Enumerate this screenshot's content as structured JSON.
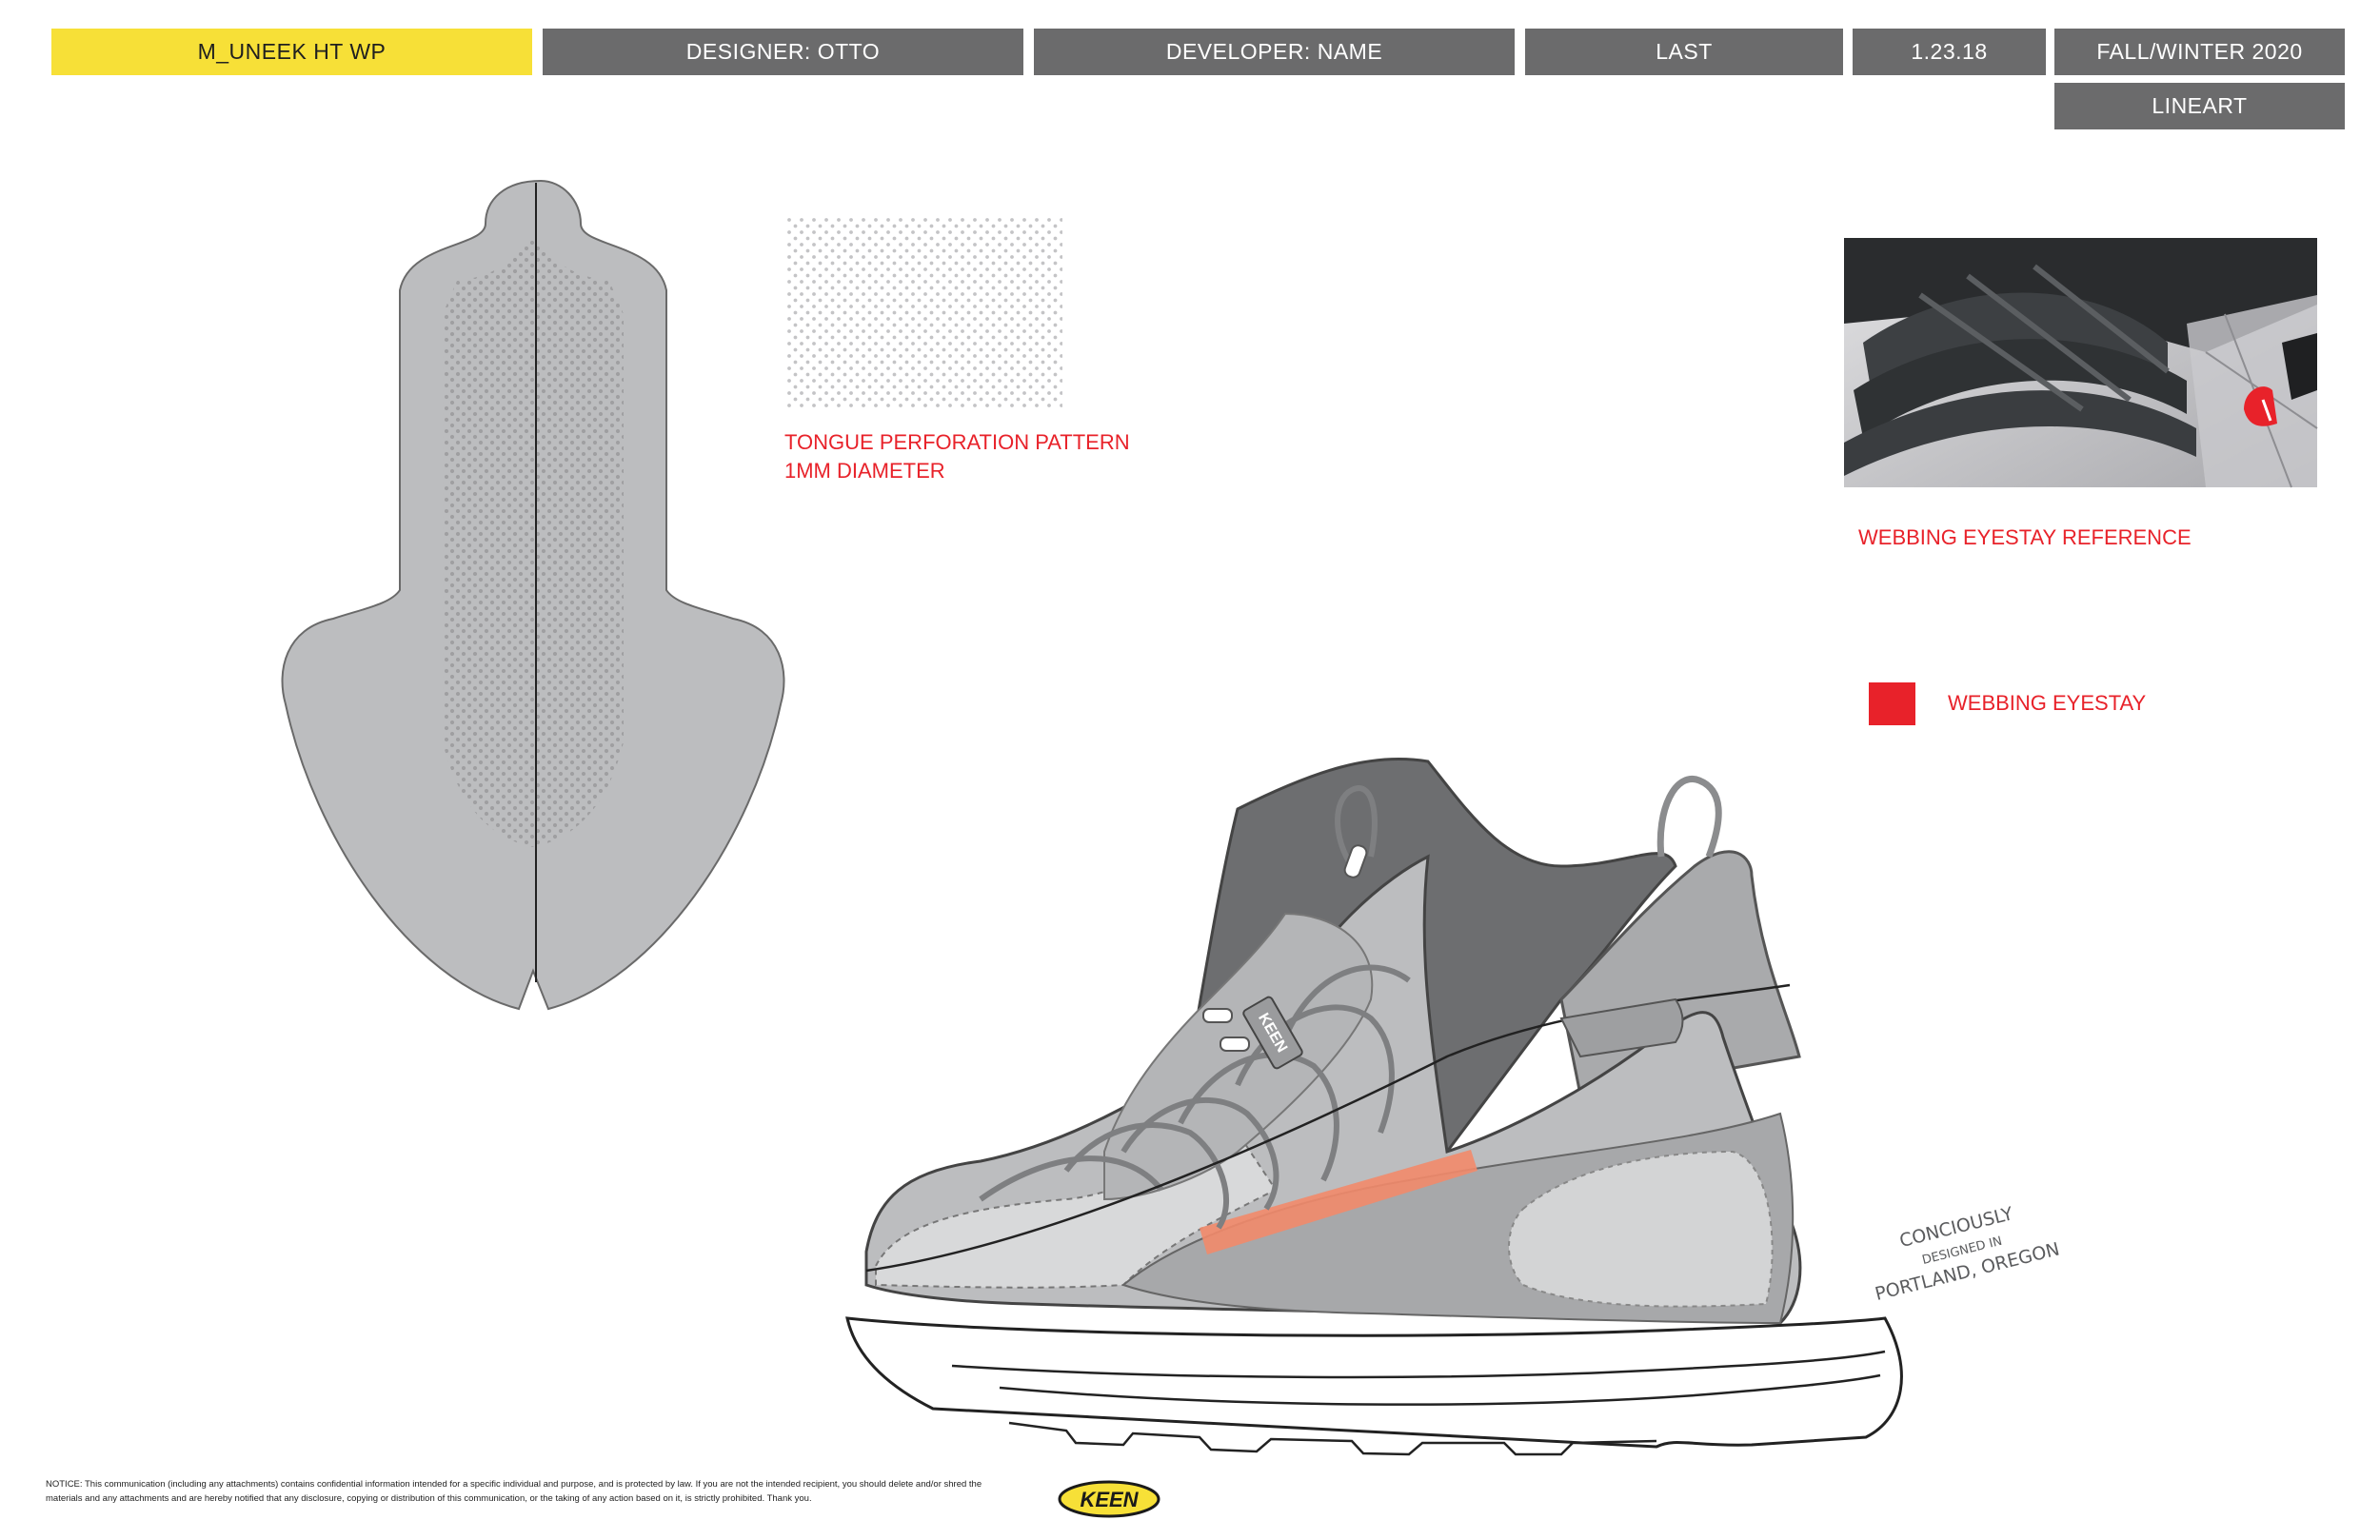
{
  "header": {
    "style_name": "M_UNEEK HT WP",
    "designer": "DESIGNER: OTTO",
    "developer": "DEVELOPER: NAME",
    "last": "LAST",
    "date": "1.23.18",
    "season": "FALL/WINTER 2020",
    "view": "LINEART"
  },
  "annotations": {
    "perforation_title": "TONGUE PERFORATION PATTERN",
    "perforation_size": "1MM DIAMETER",
    "webbing_reference": "WEBBING EYESTAY REFERENCE",
    "webbing_legend": "WEBBING EYESTAY"
  },
  "shoe_print": {
    "line1": "CONCIOUSLY",
    "line2": "DESIGNED IN",
    "line3": "PORTLAND, OREGON"
  },
  "tongue_brand": "KEEN",
  "footer": {
    "notice": "NOTICE: This communication (including any attachments) contains confidential information intended for a specific individual and purpose, and is protected by law. If you are not the intended recipient, you should delete and/or shred the materials and any attachments and are hereby notified that any disclosure, copying or distribution of this communication, or the taking of any action based on it, is strictly prohibited. Thank you.",
    "logo_text": "KEEN"
  },
  "colors": {
    "header_highlight": "#f7e037",
    "header_gray": "#6b6b6c",
    "annotation_red": "#e8222a",
    "webbing_orange": "#f28a6a",
    "upper_gray": "#bcbdbf"
  }
}
